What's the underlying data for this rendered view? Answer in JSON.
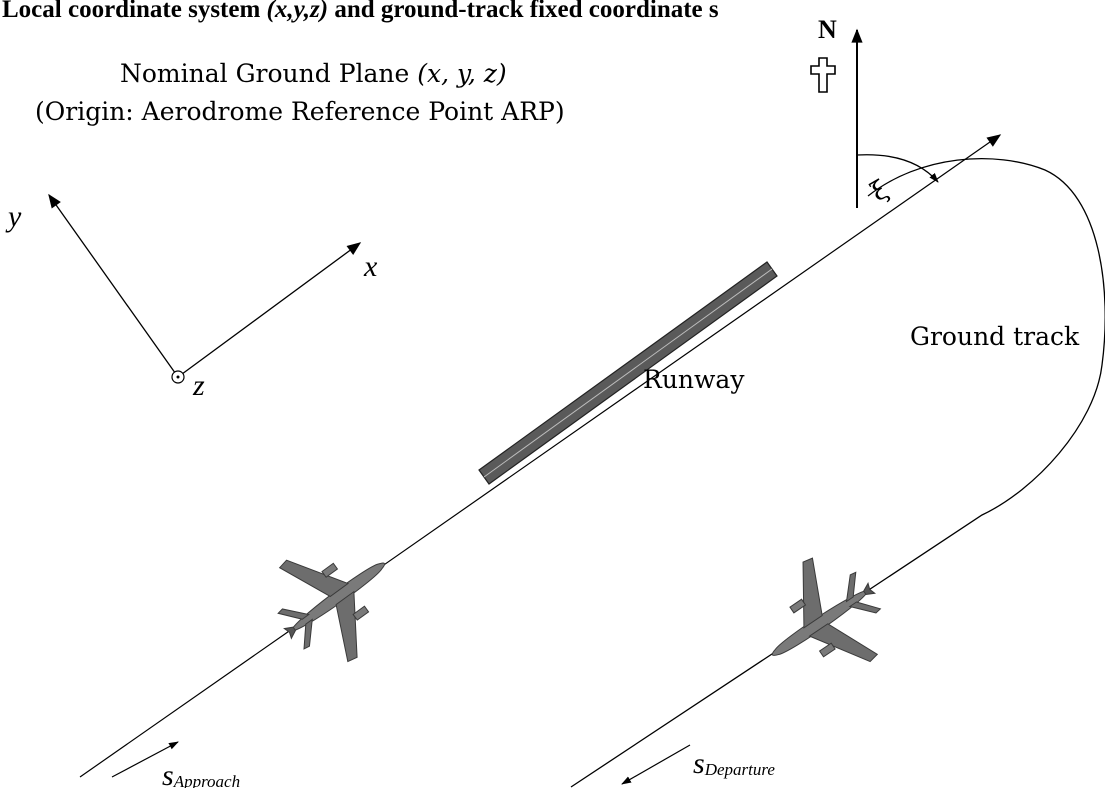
{
  "caption": {
    "prefix": "Local coordinate system ",
    "vars": "(x,y,z)",
    "suffix": " and ground-track fixed coordinate s"
  },
  "plane_label": {
    "line1_text": "Nominal Ground Plane ",
    "line1_vars": "(x, y, z)",
    "line2": "(Origin: Aerodrome Reference Point ARP)"
  },
  "axes": {
    "x": "x",
    "y": "y",
    "z": "z"
  },
  "north": {
    "label": "N",
    "angle_symbol": "ξ"
  },
  "labels": {
    "runway": "Runway",
    "ground_track": "Ground track"
  },
  "s_approach": {
    "s": "s",
    "sub": "Approach"
  },
  "s_departure": {
    "s": "s",
    "sub": "Departure"
  },
  "colors": {
    "line": "#000000",
    "runway_fill": "#5a5a5a",
    "aircraft": "#7a7a7a"
  },
  "icons": {
    "north": "north-arrow-icon",
    "compass": "compass-cross-icon",
    "aircraft": "airplane-icon"
  }
}
